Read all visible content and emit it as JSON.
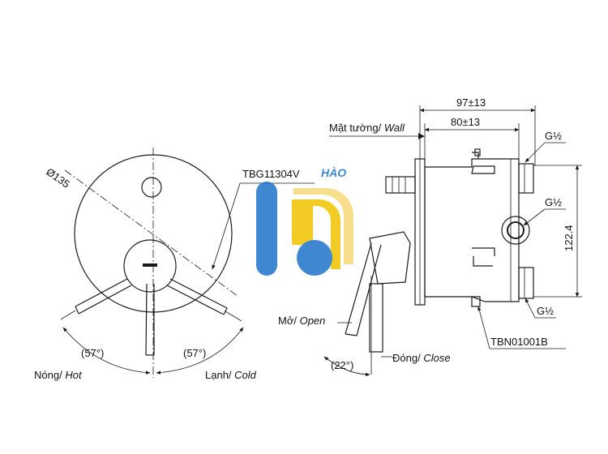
{
  "left_view": {
    "diameter_label": "Ø135",
    "model_label": "TBG11304V",
    "angle_left": "(57°)",
    "angle_right": "(57°)",
    "hot_label_vi": "Nóng/",
    "hot_label_en": "Hot",
    "cold_label_vi": "Lạnh/",
    "cold_label_en": "Cold"
  },
  "right_view": {
    "wall_label_vi": "Mặt tường/",
    "wall_label_en": "Wall",
    "dim_overall": "97±13",
    "dim_body": "80±13",
    "height": "122.4",
    "port_top": "G½",
    "port_mid": "G½",
    "port_bottom": "G½",
    "open_label_vi": "Mở/",
    "open_label_en": "Open",
    "close_label_vi": "Đóng/",
    "close_label_en": "Close",
    "handle_angle": "(22°)",
    "valve_model": "TBN01001B"
  },
  "watermark": {
    "text": "HÀO",
    "colors": [
      "#1e74c9",
      "#f2c200"
    ]
  }
}
